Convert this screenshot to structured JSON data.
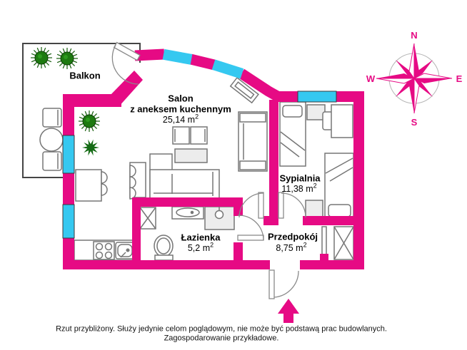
{
  "colors": {
    "wall": "#e60a84",
    "window": "#35c8f0",
    "plant_green": "#1d7a10",
    "plant_dark": "#145c0b",
    "furniture_line": "#767676",
    "light_fill": "#ececec",
    "balcony_line": "#454545"
  },
  "rooms": {
    "balkon": {
      "name": "Balkon"
    },
    "salon": {
      "name": "Salon",
      "name2": "z aneksem kuchennym",
      "area": "25,14 m",
      "sup": "2"
    },
    "sypialnia": {
      "name": "Sypialnia",
      "area": "11,38 m",
      "sup": "2"
    },
    "lazienka": {
      "name": "Łazienka",
      "area": "5,2 m",
      "sup": "2"
    },
    "przedpokoj": {
      "name": "Przedpokój",
      "area": "8,75 m",
      "sup": "2"
    }
  },
  "compass": {
    "n": "N",
    "s": "S",
    "e": "E",
    "w": "W"
  },
  "disclaimer": {
    "line1": "Rzut przybliżony. Służy jedynie celom poglądowym, nie może być podstawą prac budowlanych.",
    "line2": "Zagospodarowanie przykładowe."
  }
}
